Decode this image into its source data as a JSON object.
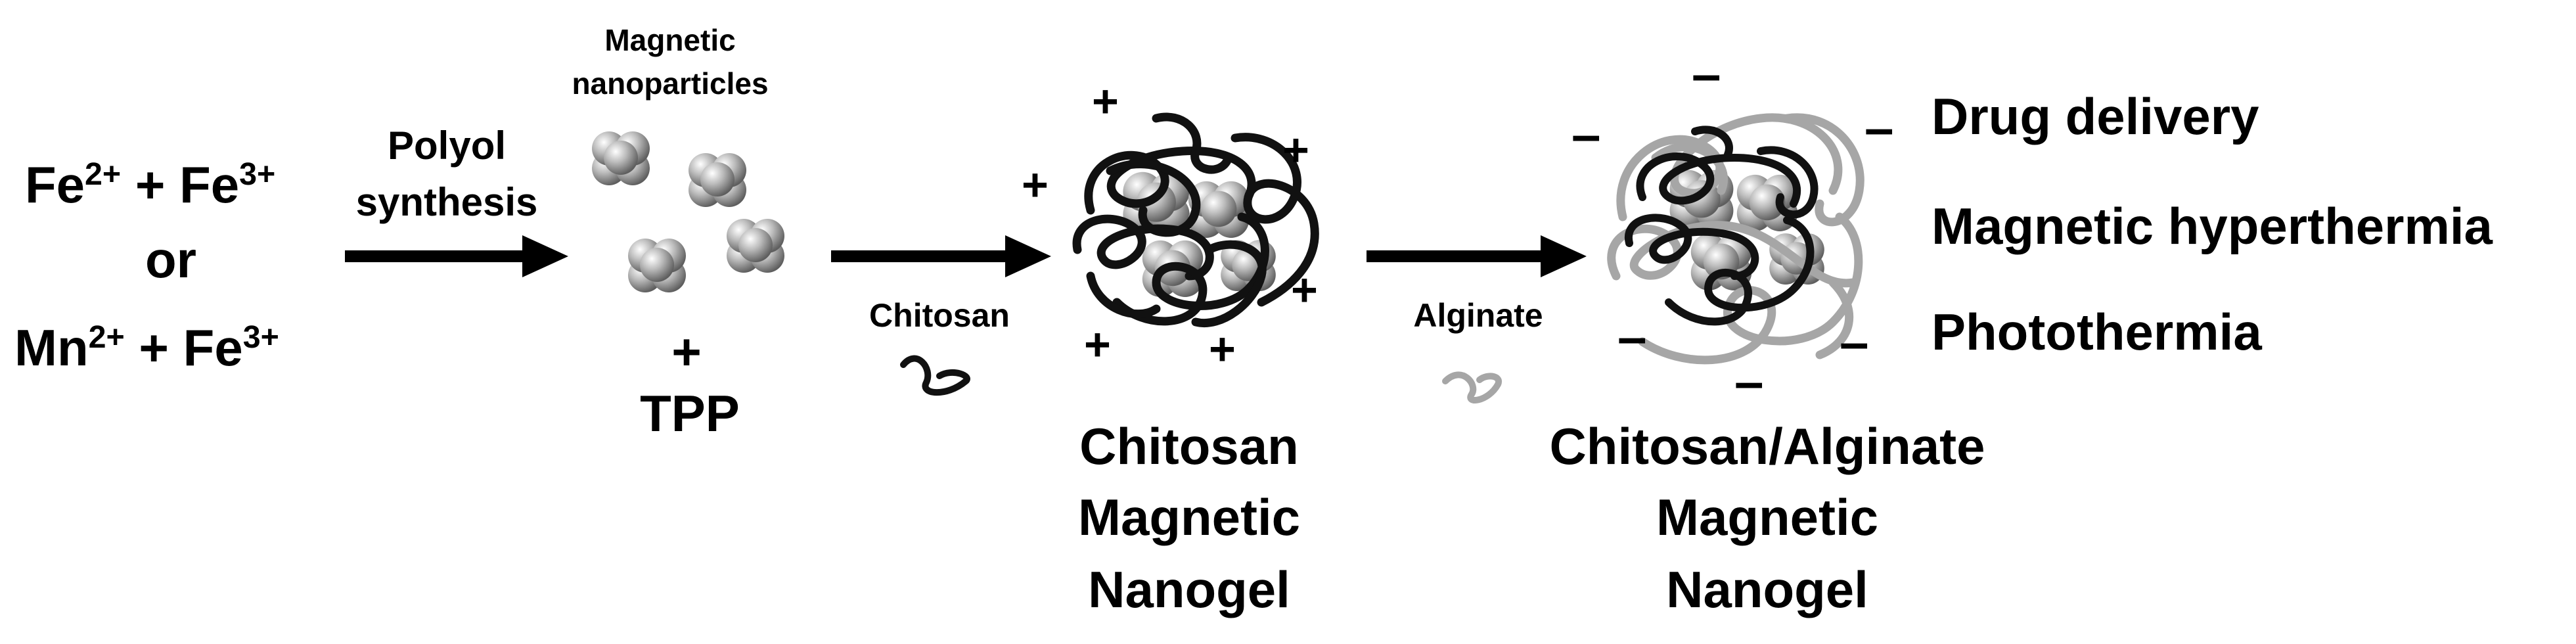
{
  "reactants": {
    "line1": {
      "a": "Fe",
      "a_charge": "2+",
      "plus": " + ",
      "b": "Fe",
      "b_charge": "3+"
    },
    "or": "or",
    "line2": {
      "a": "Mn",
      "a_charge": "2+",
      "plus": " + ",
      "b": "Fe",
      "b_charge": "3+"
    }
  },
  "step1": {
    "line1": "Polyol",
    "line2": "synthesis"
  },
  "nanoparticles": {
    "line1": "Magnetic",
    "line2": "nanoparticles",
    "plus": "+",
    "tpp": "TPP"
  },
  "step2": {
    "reagent": "Chitosan"
  },
  "product1": {
    "line1": "Chitosan",
    "line2": "Magnetic",
    "line3": "Nanogel"
  },
  "step3": {
    "reagent": "Alginate"
  },
  "product2": {
    "line1": "Chitosan/Alginate",
    "line2": "Magnetic",
    "line3": "Nanogel"
  },
  "applications": [
    "Drug delivery",
    "Magnetic hyperthermia",
    "Photothermia"
  ],
  "signs": {
    "positive": "+",
    "negative": "–"
  },
  "colors": {
    "chitosan": "#111111",
    "alginate": "#a6a6a6",
    "particle": "#9a9a9a"
  }
}
